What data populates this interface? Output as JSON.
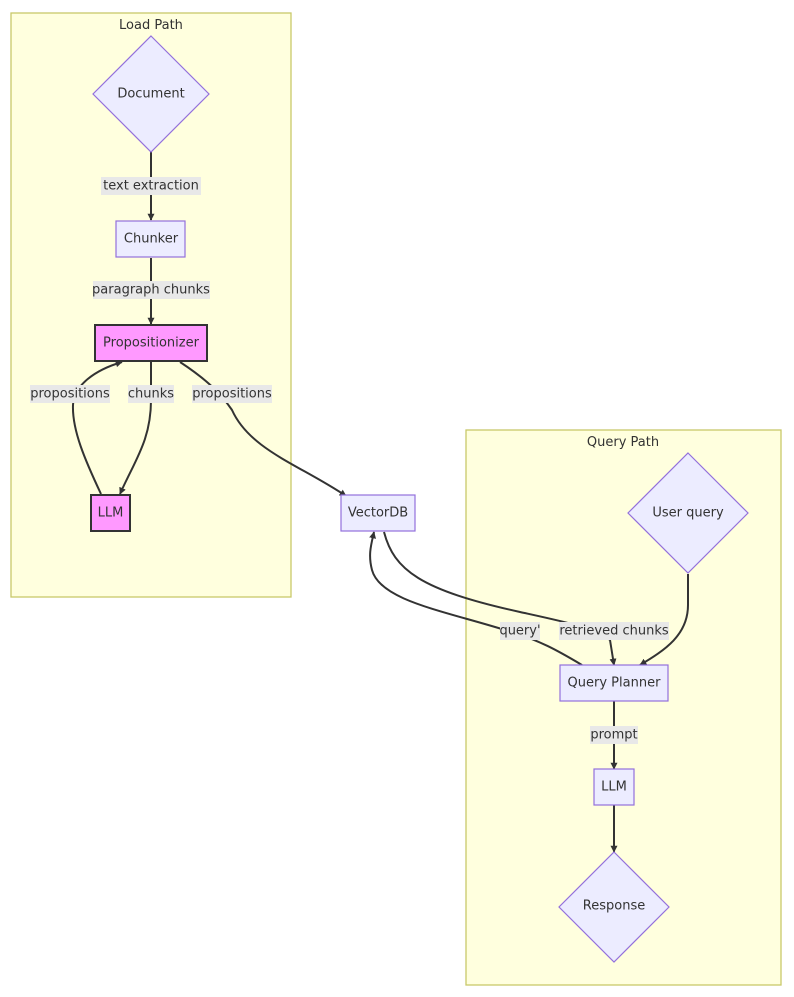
{
  "diagram": {
    "type": "flowchart",
    "colors": {
      "cluster_fill": "#ffffde",
      "cluster_stroke": "#c8c86a",
      "node_fill": "#ececff",
      "node_stroke": "#9370db",
      "highlight_fill": "#ff99ff",
      "highlight_stroke": "#333333",
      "edge": "#333333",
      "edge_label_bg": "#e8e8e8"
    },
    "clusters": [
      {
        "id": "load",
        "label": "Load Path"
      },
      {
        "id": "query",
        "label": "Query Path"
      }
    ],
    "nodes": [
      {
        "id": "document",
        "label": "Document",
        "shape": "diamond",
        "cluster": "load"
      },
      {
        "id": "chunker",
        "label": "Chunker",
        "shape": "rect",
        "cluster": "load"
      },
      {
        "id": "propositionizer",
        "label": "Propositionizer",
        "shape": "rect",
        "cluster": "load",
        "highlight": true
      },
      {
        "id": "llm1",
        "label": "LLM",
        "shape": "rect",
        "cluster": "load",
        "highlight": true
      },
      {
        "id": "vectordb",
        "label": "VectorDB",
        "shape": "rect",
        "cluster": null
      },
      {
        "id": "userquery",
        "label": "User query",
        "shape": "diamond",
        "cluster": "query"
      },
      {
        "id": "queryplanner",
        "label": "Query Planner",
        "shape": "rect",
        "cluster": "query"
      },
      {
        "id": "llm2",
        "label": "LLM",
        "shape": "rect",
        "cluster": "query"
      },
      {
        "id": "response",
        "label": "Response",
        "shape": "diamond",
        "cluster": "query"
      }
    ],
    "edges": [
      {
        "from": "document",
        "to": "chunker",
        "label": "text extraction"
      },
      {
        "from": "chunker",
        "to": "propositionizer",
        "label": "paragraph chunks"
      },
      {
        "from": "propositionizer",
        "to": "llm1",
        "label": "chunks"
      },
      {
        "from": "llm1",
        "to": "propositionizer",
        "label": "propositions"
      },
      {
        "from": "propositionizer",
        "to": "vectordb",
        "label": "propositions"
      },
      {
        "from": "userquery",
        "to": "queryplanner",
        "label": ""
      },
      {
        "from": "queryplanner",
        "to": "vectordb",
        "label": "query'"
      },
      {
        "from": "vectordb",
        "to": "queryplanner",
        "label": "retrieved chunks"
      },
      {
        "from": "queryplanner",
        "to": "llm2",
        "label": "prompt"
      },
      {
        "from": "llm2",
        "to": "response",
        "label": ""
      }
    ]
  }
}
